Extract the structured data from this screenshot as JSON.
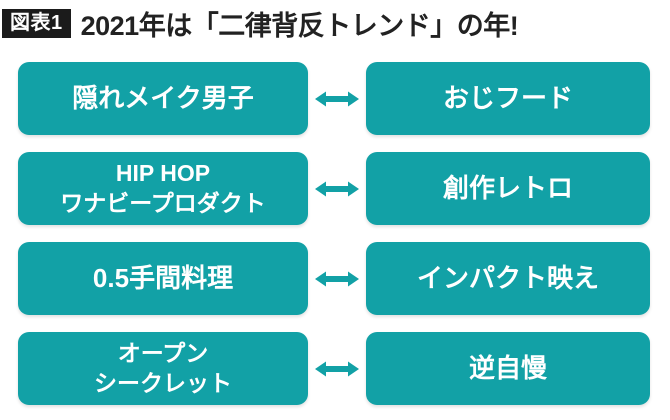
{
  "header": {
    "badge_label": "図表1",
    "title": "2021年は「二律背反トレンド」の年!"
  },
  "colors": {
    "box_teal": "#12a1a6",
    "badge_bg": "#1b1b1b",
    "title_text": "#222222",
    "box_text": "#ffffff"
  },
  "diagram": {
    "arrow_icon": "double-headed-arrow",
    "rows": [
      {
        "left": "隠れメイク男子",
        "right": "おじフード"
      },
      {
        "left": "HIP HOP\nワナビープロダクト",
        "right": "創作レトロ"
      },
      {
        "left": "0.5手間料理",
        "right": "インパクト映え"
      },
      {
        "left": "オープン\nシークレット",
        "right": "逆自慢"
      }
    ]
  }
}
